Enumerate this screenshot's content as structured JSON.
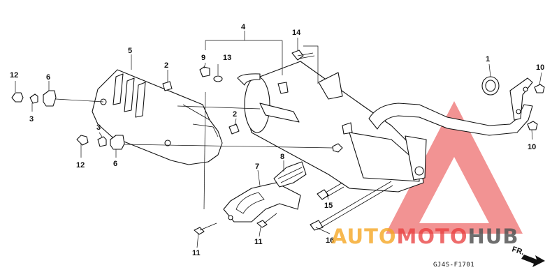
{
  "callouts": {
    "c1": "1",
    "c2a": "2",
    "c2b": "2",
    "c3a": "3",
    "c3b": "3",
    "c4": "4",
    "c5": "5",
    "c6a": "6",
    "c6b": "6",
    "c7": "7",
    "c8": "8",
    "c9": "9",
    "c10a": "10",
    "c10b": "10",
    "c11a": "11",
    "c11b": "11",
    "c12a": "12",
    "c12b": "12",
    "c13": "13",
    "c14": "14",
    "c15": "15",
    "c16": "16"
  },
  "diagram_code": "GJ4S-F1701",
  "front_marker": "FR.",
  "watermark": {
    "part1": "AUTO",
    "part2": "MOTO",
    "part3": "HUB",
    "color_orange": "#f5a623",
    "color_red": "#e83a3a",
    "color_gray": "#555555"
  }
}
